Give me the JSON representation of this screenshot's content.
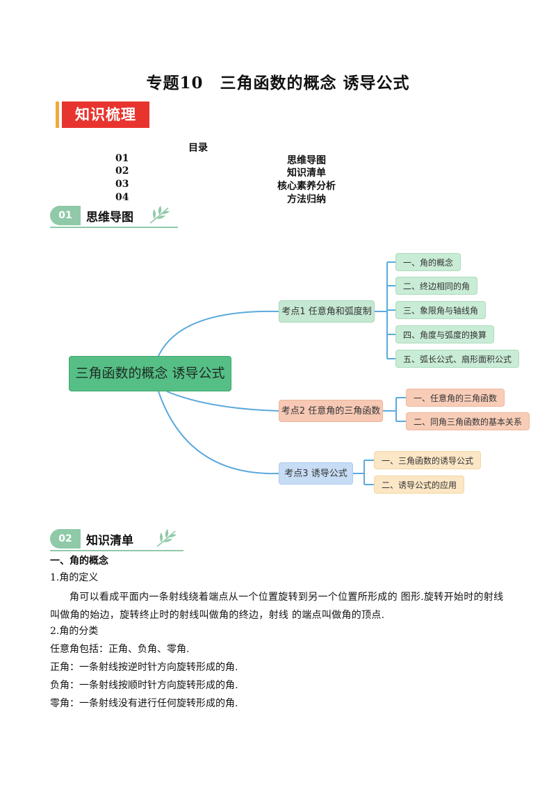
{
  "doc": {
    "title": "专题10　三角函数的概念 诱导公式"
  },
  "banner": {
    "label": "知识梳理"
  },
  "toc": {
    "heading": "目录",
    "rows": [
      {
        "num": "01",
        "text": "思维导图"
      },
      {
        "num": "02",
        "text": "知识清单"
      },
      {
        "num": "03",
        "text": "核心素养分析"
      },
      {
        "num": "04",
        "text": "方法归纳"
      }
    ]
  },
  "sections": [
    {
      "num": "01",
      "title": "思维导图"
    },
    {
      "num": "02",
      "title": "知识清单"
    }
  ],
  "mindmap": {
    "root": "三角函数的概念 诱导公式",
    "k1": {
      "label": "考点1 任意角和弧度制",
      "items": [
        "一、角的概念",
        "二、终边相同的角",
        "三、象限角与轴线角",
        "四、角度与弧度的换算",
        "五、弧长公式、扇形面积公式"
      ]
    },
    "k2": {
      "label": "考点2 任意角的三角函数",
      "items": [
        "一、任意角的三角函数",
        "二、同角三角函数的基本关系"
      ]
    },
    "k3": {
      "label": "考点3  诱导公式",
      "items": [
        "一、三角函数的诱导公式",
        "二、诱导公式的应用"
      ]
    },
    "colors": {
      "root": "#56bf86",
      "k1": "#c5e8d2",
      "k2": "#f7c9b5",
      "k3": "#c7dcf5",
      "line": "#5aa9dc"
    }
  },
  "content": {
    "heading1": "一、角的概念",
    "sub1": "1.角的定义",
    "para1": "角可以看成平面内一条射线绕着端点从一个位置旋转到另一个位置所形成的  图形.旋转开始时的射线叫做角的始边，旋转终止时的射线叫做角的终边，射线  的端点叫做角的顶点.",
    "sub2": "2.角的分类",
    "lines": [
      "任意角包括：正角、负角、零角.",
      "正角：一条射线按逆时针方向旋转形成的角.",
      "负角：一条射线按顺时针方向旋转形成的角.",
      "零角：一条射线没有进行任何旋转形成的角."
    ]
  }
}
